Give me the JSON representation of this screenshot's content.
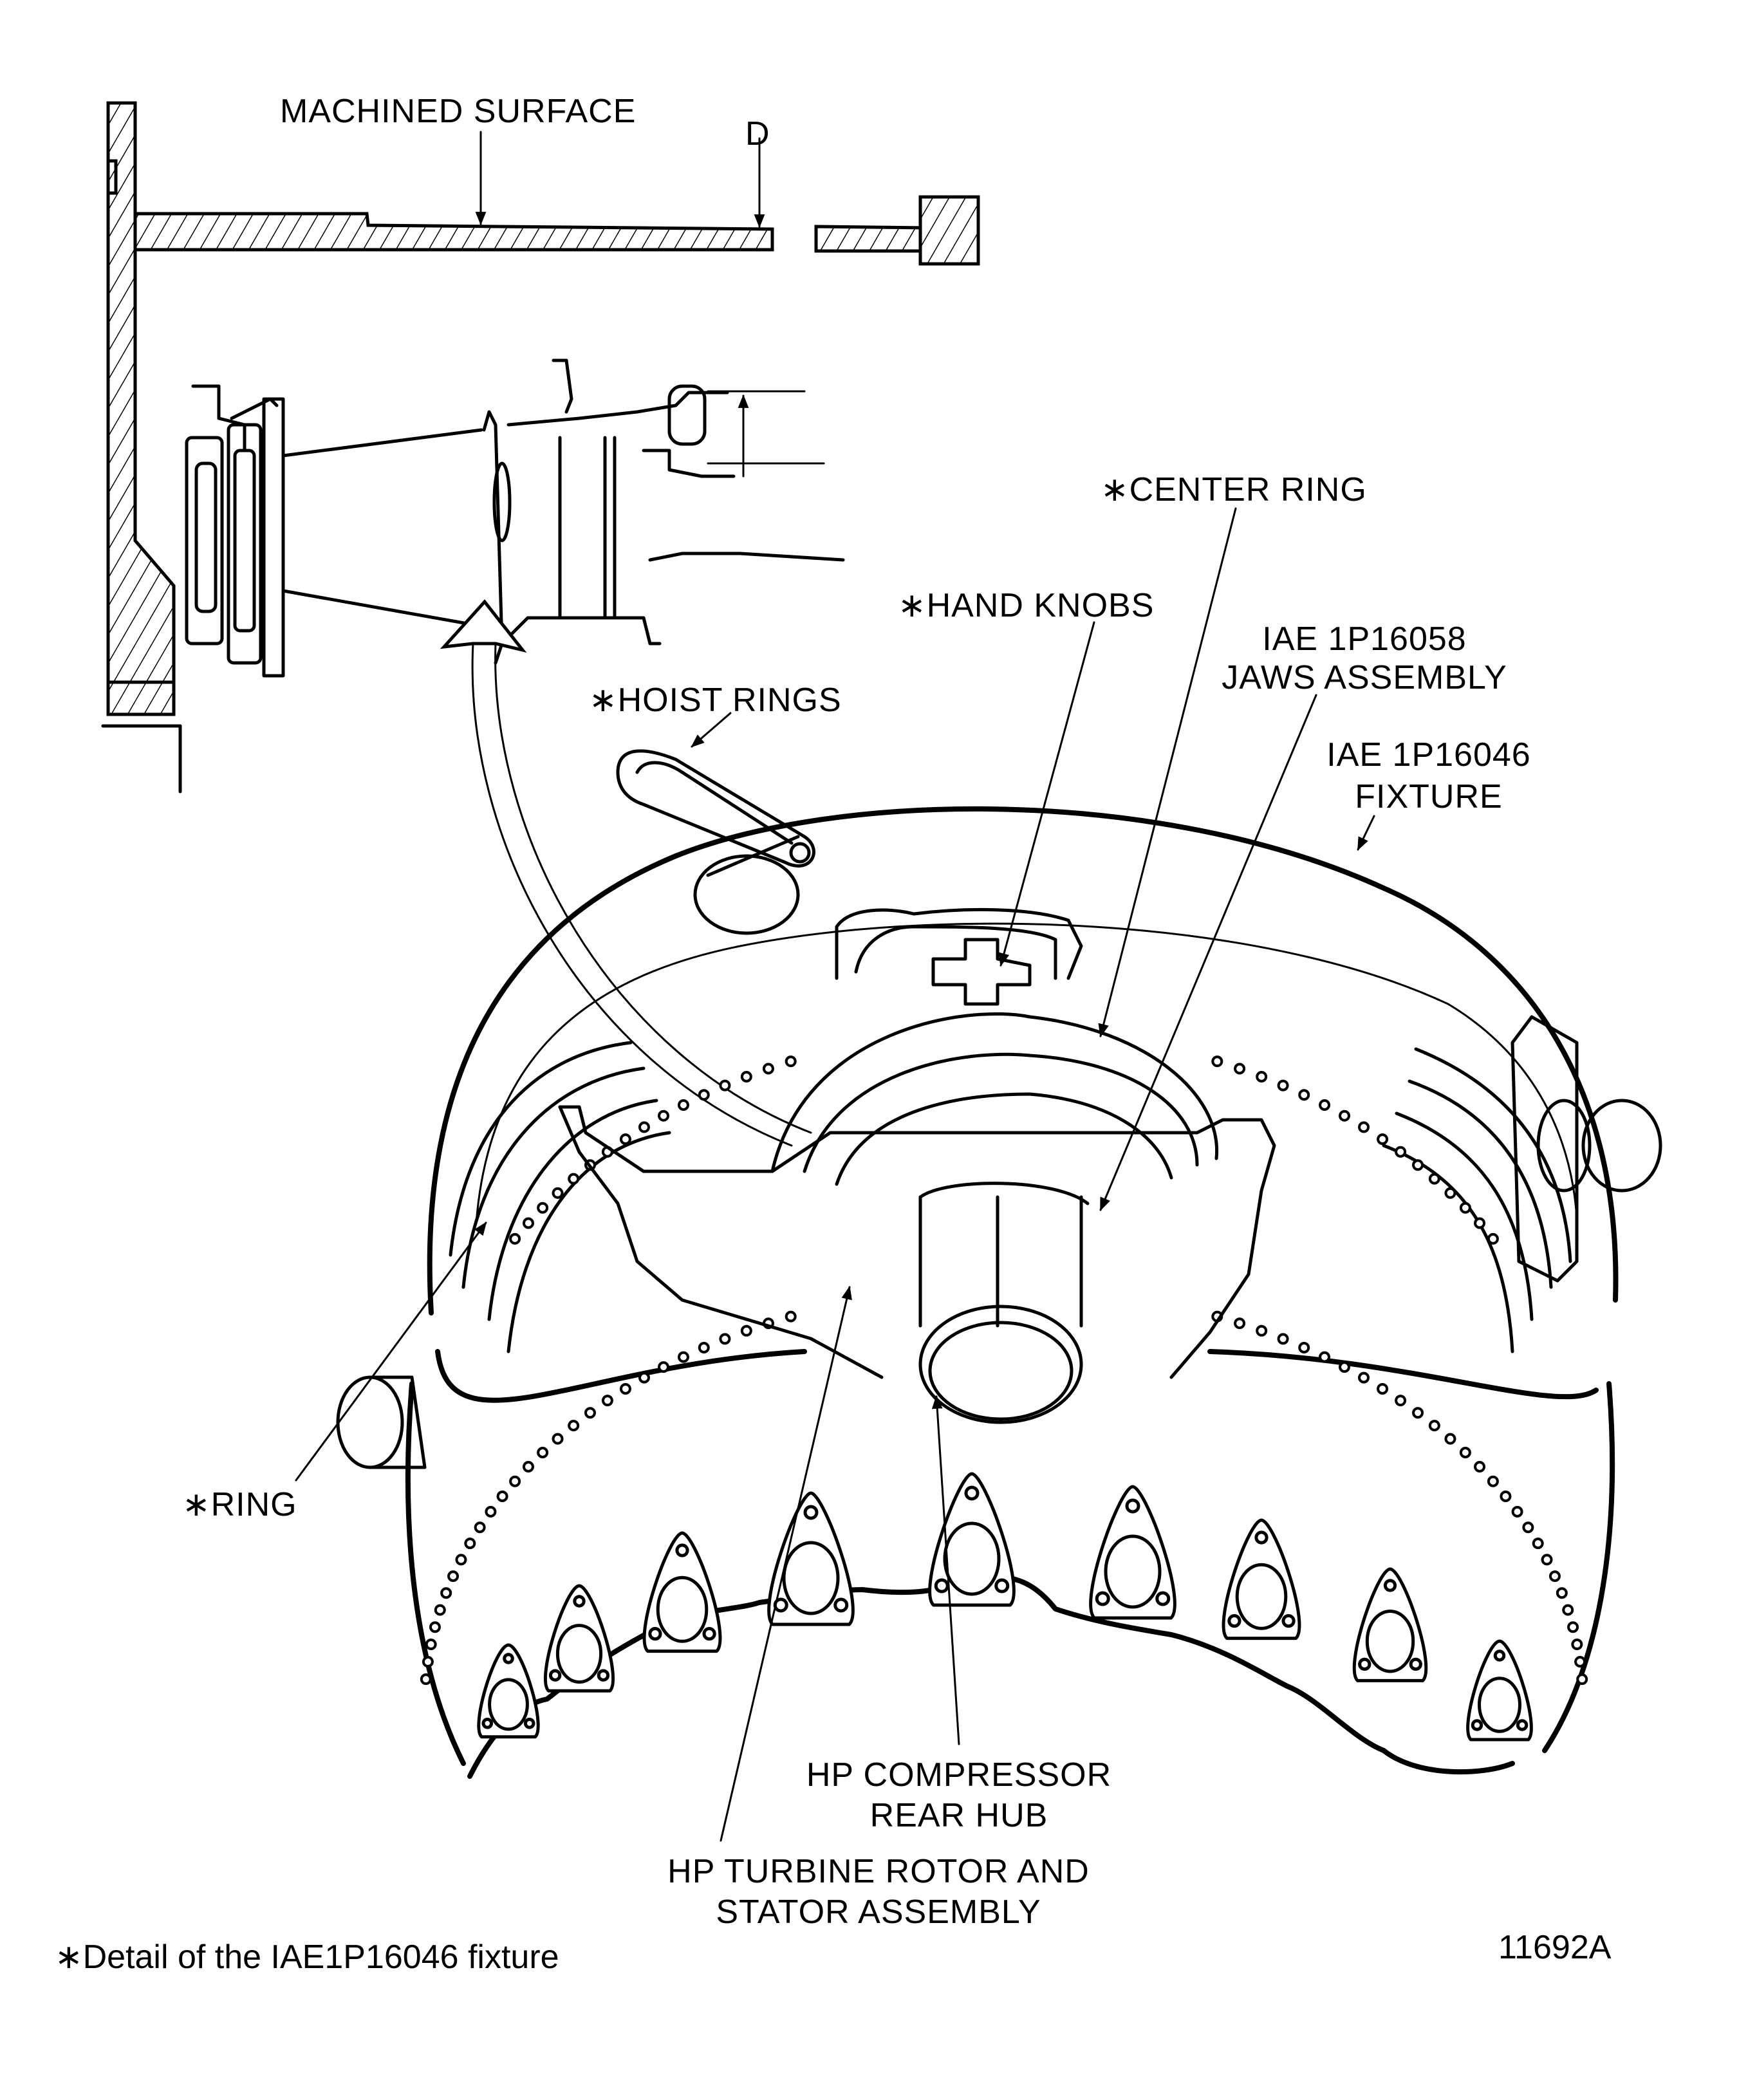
{
  "figure": {
    "id": "11692A",
    "footnote": "∗Detail of the IAE1P16046 fixture",
    "detail_view": {
      "labels": {
        "machined_surface": "MACHINED SURFACE",
        "dimension_d": "D"
      }
    },
    "callouts": [
      {
        "key": "center_ring",
        "text": [
          "∗CENTER RING"
        ]
      },
      {
        "key": "hand_knobs",
        "text": [
          "∗HAND KNOBS"
        ]
      },
      {
        "key": "jaws_assembly",
        "text": [
          "IAE 1P16058",
          "JAWS ASSEMBLY"
        ]
      },
      {
        "key": "hoist_rings",
        "text": [
          "∗HOIST RINGS"
        ]
      },
      {
        "key": "fixture",
        "text": [
          "IAE 1P16046",
          "FIXTURE"
        ]
      },
      {
        "key": "ring",
        "text": [
          "∗RING"
        ]
      },
      {
        "key": "hp_compressor_rear_hub",
        "text": [
          "HP COMPRESSOR",
          "REAR HUB"
        ]
      },
      {
        "key": "hp_turbine_rotor_stator",
        "text": [
          "HP TURBINE ROTOR AND",
          "STATOR ASSEMBLY"
        ]
      }
    ],
    "colors": {
      "ink": "#000000",
      "paper": "#ffffff"
    }
  }
}
